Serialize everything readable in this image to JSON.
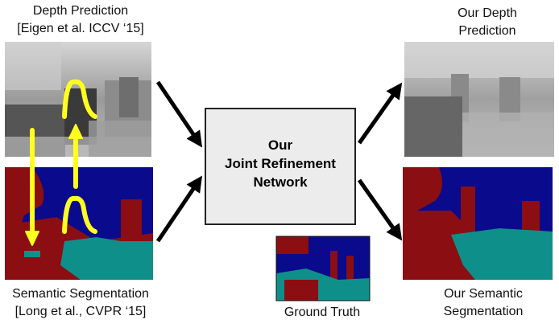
{
  "labels": {
    "input_depth": [
      "Depth Prediction",
      "[Eigen et al. ICCV ‘15]"
    ],
    "input_seg": [
      "Semantic Segmentation",
      "[Long et al., CVPR ‘15]"
    ],
    "output_depth": [
      "Our Depth",
      "Prediction"
    ],
    "output_seg": [
      "Our Semantic",
      "Segmentation"
    ],
    "network": [
      "Our",
      "Joint Refinement",
      "Network"
    ],
    "ground_truth": "Ground Truth"
  },
  "colors": {
    "seg_blue": "#0a0a8c",
    "seg_red": "#8a0e12",
    "seg_teal": "#0f8f8a",
    "highlight_yellow": "#ffff22",
    "box_fill": "#ececec",
    "arrow": "#000000"
  }
}
